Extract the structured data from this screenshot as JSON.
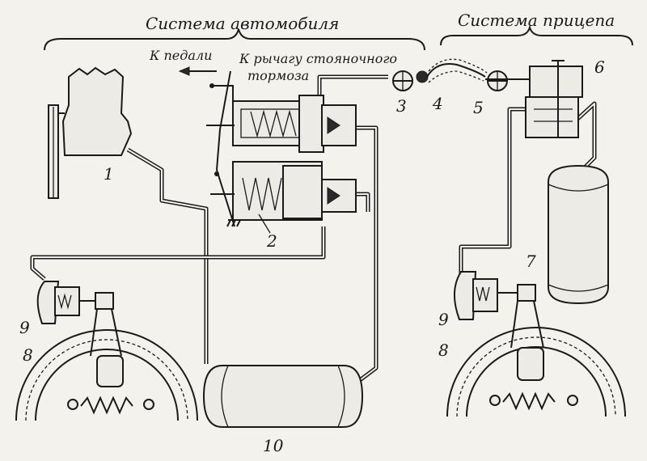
{
  "labels": {
    "vehicle_system": "Система автомобиля",
    "trailer_system": "Система прицепа",
    "to_pedal": "К педали",
    "to_lever_line1": "К рычагу стояночного",
    "to_lever_line2": "тормоза"
  },
  "callouts": {
    "n1": "1",
    "n2": "2",
    "n3": "3",
    "n4": "4",
    "n5": "5",
    "n6": "6",
    "n7": "7",
    "n8_left": "8",
    "n8_right": "8",
    "n9_left": "9",
    "n9_right": "9",
    "n10": "10"
  }
}
